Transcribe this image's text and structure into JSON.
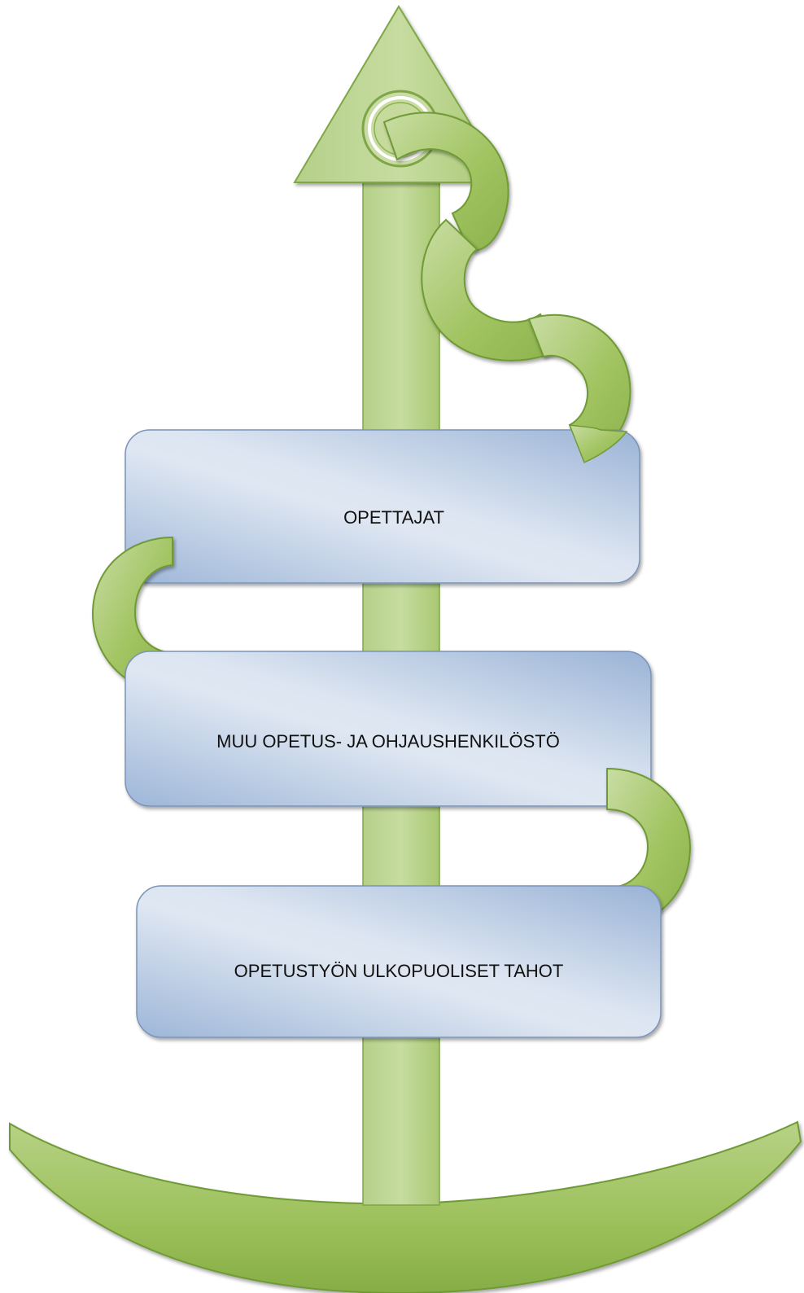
{
  "diagram": {
    "kind": "anchor",
    "boxes": [
      {
        "label": "OPETTAJAT"
      },
      {
        "label": "MUU OPETUS- JA OHJAUSHENKILÖSTÖ"
      },
      {
        "label": "OPETUSTYÖN ULKOPUOLISET TAHOT"
      }
    ]
  },
  "colors": {
    "green_light": "#c3d89a",
    "green_mid": "#9fc15e",
    "green_dark": "#6f9a36",
    "box_light": "#dde6f1",
    "box_mid": "#9bb4d6",
    "box_border": "#7a93b8"
  }
}
